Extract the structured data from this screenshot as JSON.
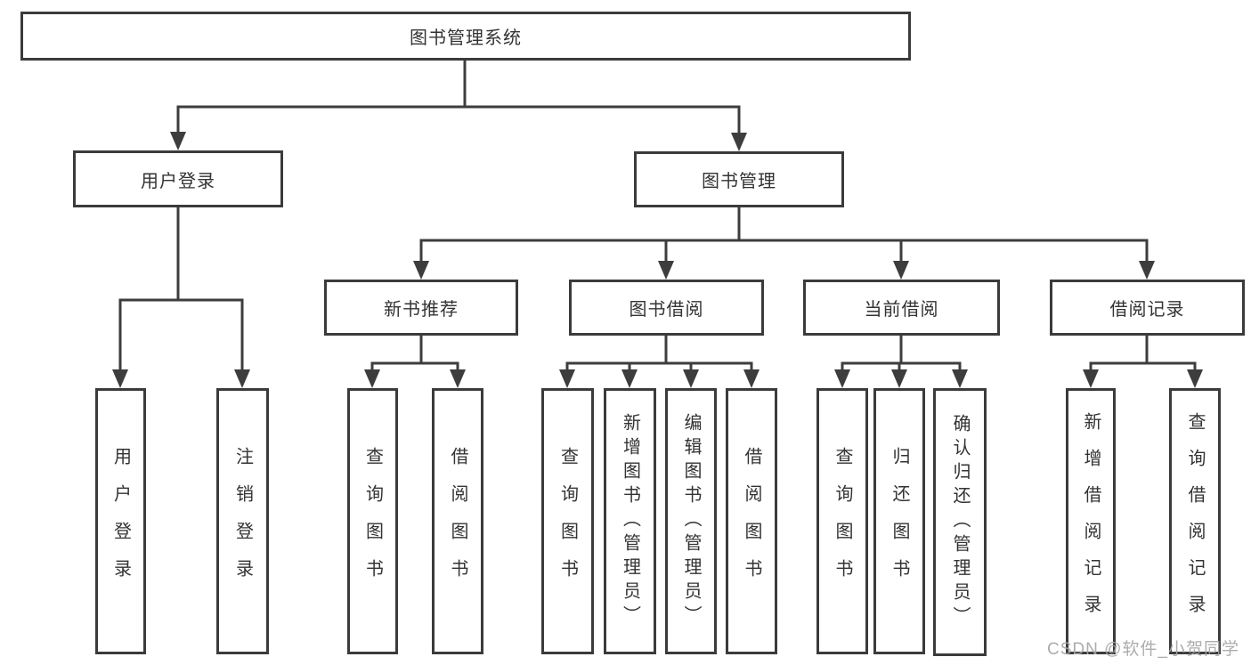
{
  "diagram": {
    "root": "图书管理系统",
    "userLogin": {
      "label": "用户登录",
      "children": [
        "用户登录",
        "注销登录"
      ]
    },
    "bookMgmt": {
      "label": "图书管理",
      "newBooks": {
        "label": "新书推荐",
        "children": [
          "查询图书",
          "借阅图书"
        ]
      },
      "bookBorrow": {
        "label": "图书借阅",
        "children": [
          "查询图书",
          "新增图书（管理员）",
          "编辑图书（管理员）",
          "借阅图书"
        ]
      },
      "currentBorrow": {
        "label": "当前借阅",
        "children": [
          "查询图书",
          "归还图书",
          "确认归还（管理员）"
        ]
      },
      "borrowRecords": {
        "label": "借阅记录",
        "children": [
          "新增借阅记录",
          "查询借阅记录"
        ]
      }
    }
  },
  "watermark": "CSDN @软件_小贺同学",
  "colors": {
    "line": "#3d3d3d",
    "border": "#3b3b3b",
    "text": "#333333",
    "watermark": "#a5a5a5",
    "background": "#ffffff"
  }
}
